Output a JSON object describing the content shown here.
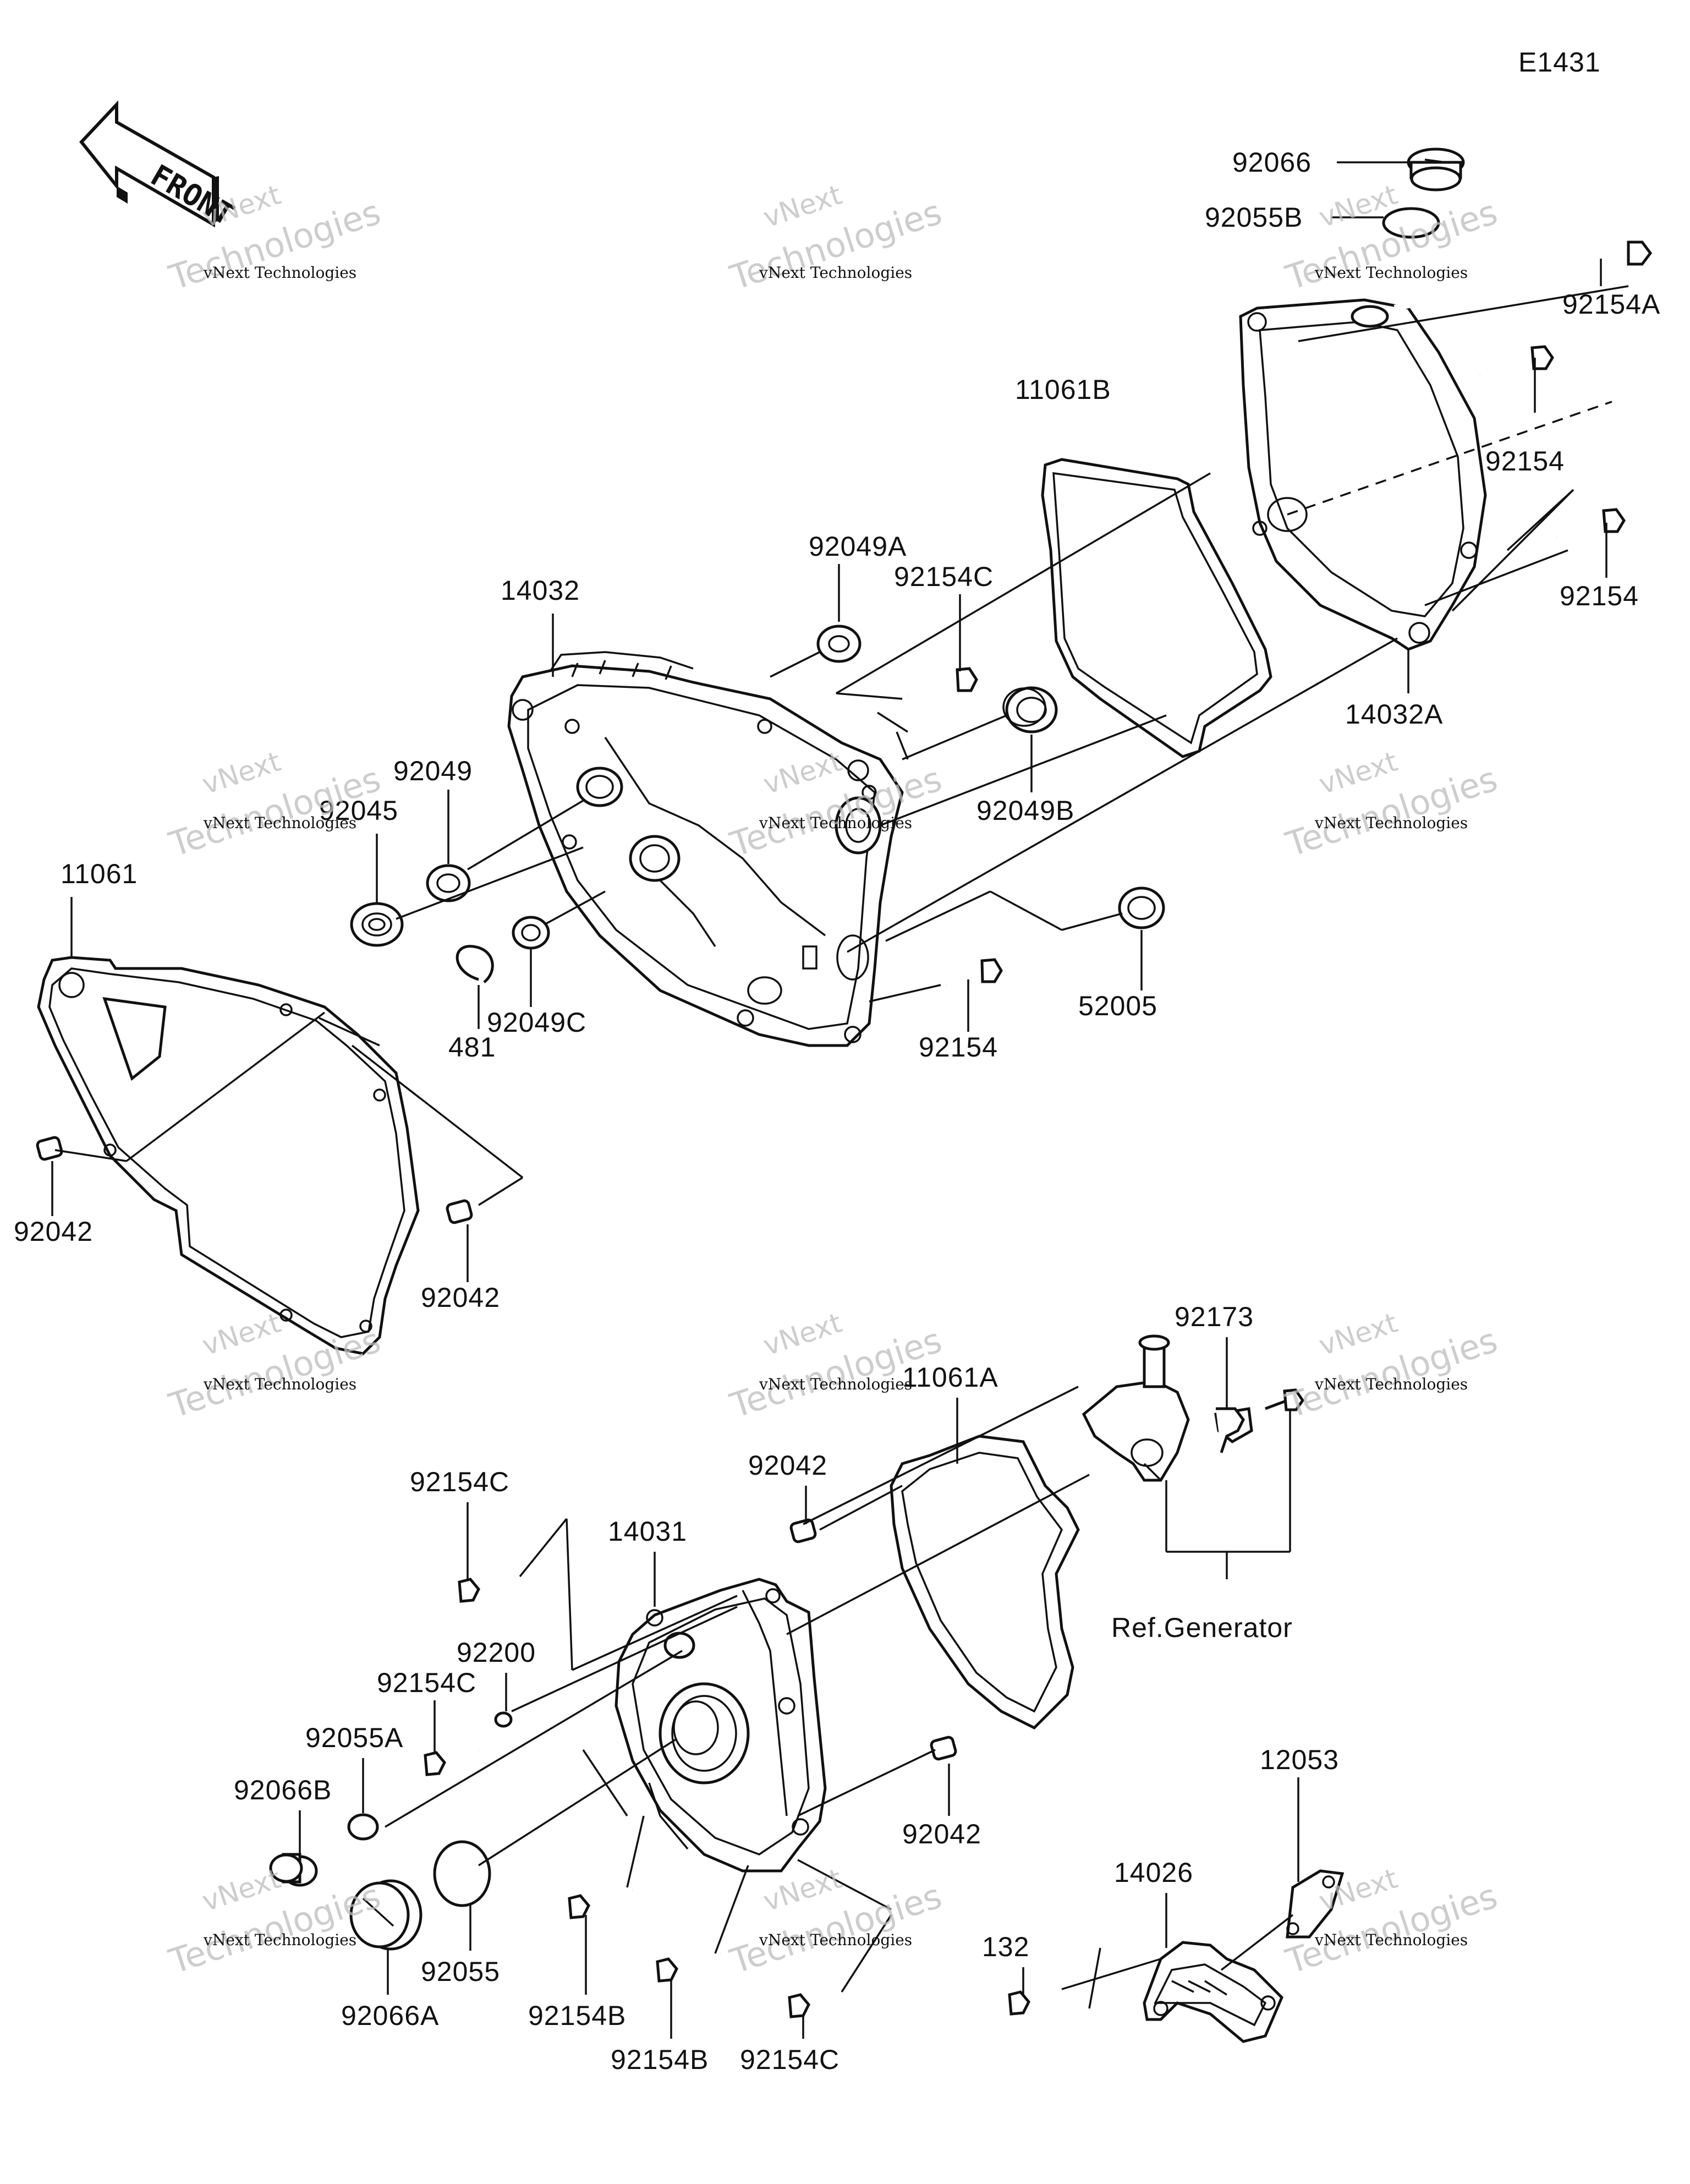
{
  "diagram": {
    "code": "E1431",
    "front_label": "FRONT",
    "ref_note": "Ref.Generator",
    "watermark_brand": "vNext",
    "watermark_small": "vNext Technologies",
    "watermark_large": "Technologies",
    "part_labels": [
      "92066",
      "92055B",
      "92154A",
      "11061B",
      "92154",
      "92154",
      "14032A",
      "92049A",
      "92154C",
      "14032",
      "92049",
      "92045",
      "92049B",
      "11061",
      "481",
      "92049C",
      "92154",
      "52005",
      "92042",
      "92042",
      "92173",
      "11061A",
      "92042",
      "92154C",
      "14031",
      "92200",
      "92154C",
      "92055A",
      "92066B",
      "92055",
      "92066A",
      "92154B",
      "92154B",
      "92154C",
      "92042",
      "12053",
      "14026",
      "132"
    ]
  }
}
